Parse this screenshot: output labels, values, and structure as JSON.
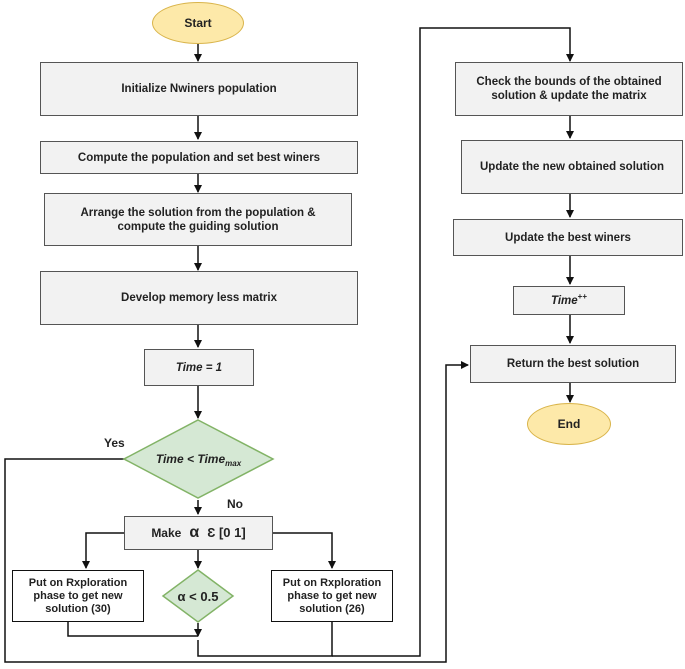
{
  "nodes": {
    "start": "Start",
    "init": "Initialize Nwiners population",
    "compute": "Compute the population and set best winers",
    "arrange": "Arrange the solution from the population & compute the guiding solution",
    "develop": "Develop memory less matrix",
    "time_init": "Time = 1",
    "decision_time": {
      "main": "Time < Time",
      "sub": "max"
    },
    "yes_label": "Yes",
    "no_label": "No",
    "make": {
      "prefix": "Make",
      "alpha": "α",
      "rest": "Ɛ [0 1]"
    },
    "alpha_check": "α < 0.5",
    "put_left": "Put on Rxploration phase to get new solution (30)",
    "put_right": "Put on Rxploration phase to get new solution (26)",
    "check_bounds": "Check the bounds of the obtained solution & update the matrix",
    "update_new": "Update the new obtained solution",
    "update_best": "Update the best winers",
    "time_inc": {
      "main": "Time",
      "sup": "++"
    },
    "return_best": "Return the best solution",
    "end": "End"
  },
  "colors": {
    "box_fill": "#f2f2f2",
    "box_border": "#555555",
    "terminal_fill": "#fde9a9",
    "terminal_border": "#d9b44a",
    "decision_fill": "#d5e8d4",
    "decision_border": "#82b366",
    "line": "#111111"
  }
}
